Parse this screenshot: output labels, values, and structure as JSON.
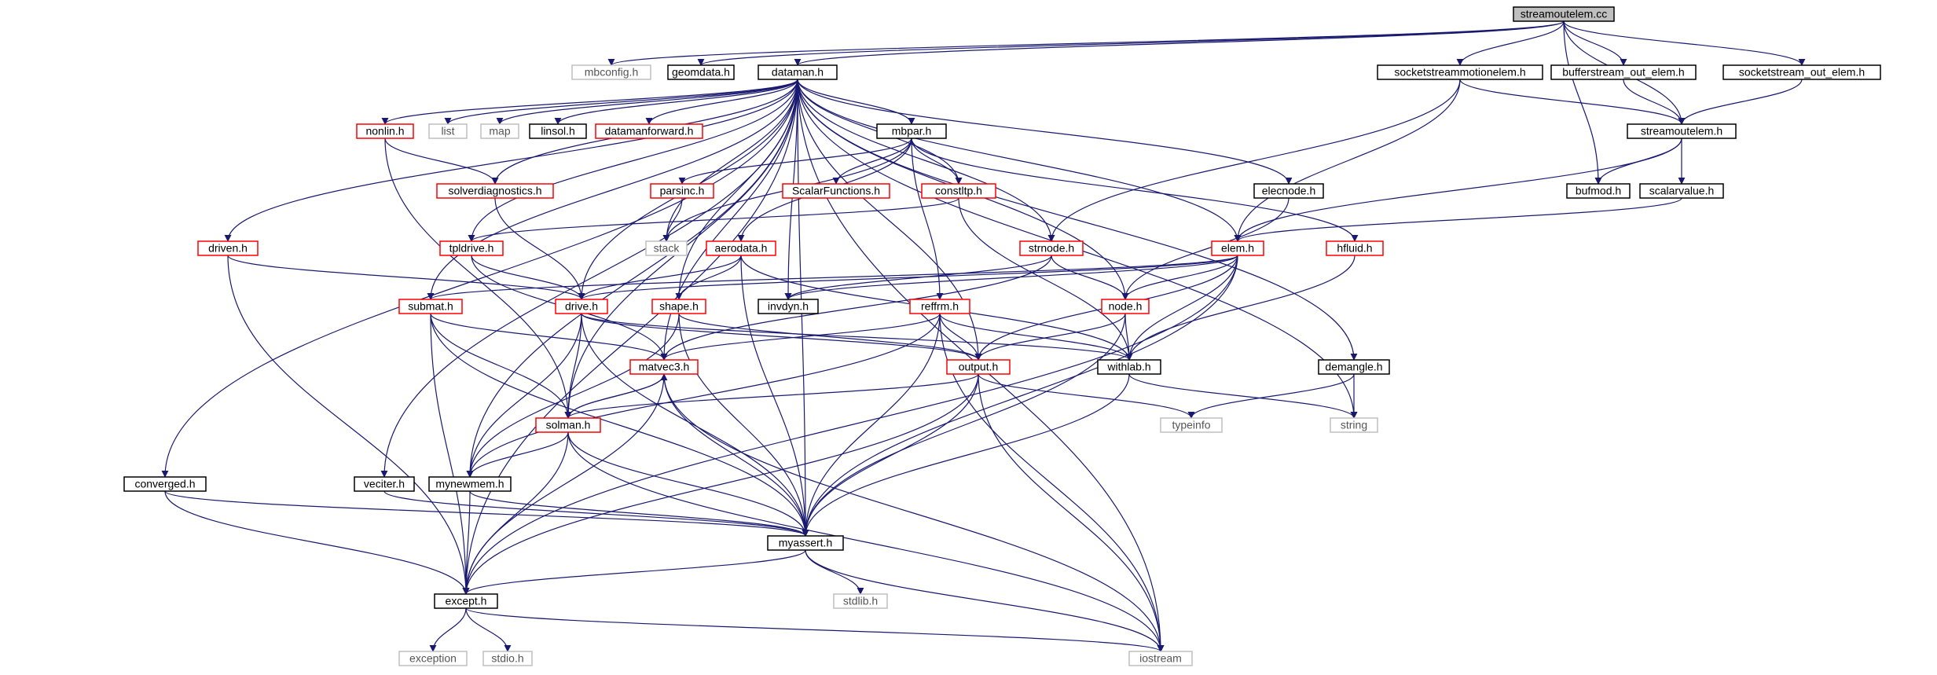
{
  "title": "",
  "colors": {
    "edge": "#191970",
    "root_fill": "#bfbfbf",
    "normal_border": "#000000",
    "truncated_border": "#ff0000",
    "external_border": "#bfbfbf",
    "external_text": "#555555"
  },
  "nodes": [
    {
      "id": "streamoutelem_cc",
      "label": "streamoutelem.cc",
      "kind": "root"
    },
    {
      "id": "mbconfig_h",
      "label": "mbconfig.h",
      "kind": "external"
    },
    {
      "id": "geomdata_h",
      "label": "geomdata.h",
      "kind": "normal"
    },
    {
      "id": "dataman_h",
      "label": "dataman.h",
      "kind": "normal"
    },
    {
      "id": "socketstreammotionelem_h",
      "label": "socketstreammotionelem.h",
      "kind": "normal"
    },
    {
      "id": "bufferstream_out_elem_h",
      "label": "bufferstream_out_elem.h",
      "kind": "normal"
    },
    {
      "id": "socketstream_out_elem_h",
      "label": "socketstream_out_elem.h",
      "kind": "normal"
    },
    {
      "id": "nonlin_h",
      "label": "nonlin.h",
      "kind": "truncated"
    },
    {
      "id": "list",
      "label": "list",
      "kind": "external"
    },
    {
      "id": "map",
      "label": "map",
      "kind": "external"
    },
    {
      "id": "linsol_h",
      "label": "linsol.h",
      "kind": "normal"
    },
    {
      "id": "datamanforward_h",
      "label": "datamanforward.h",
      "kind": "truncated"
    },
    {
      "id": "mbpar_h",
      "label": "mbpar.h",
      "kind": "normal"
    },
    {
      "id": "streamoutelem_h",
      "label": "streamoutelem.h",
      "kind": "normal"
    },
    {
      "id": "bufmod_h",
      "label": "bufmod.h",
      "kind": "normal"
    },
    {
      "id": "scalarvalue_h",
      "label": "scalarvalue.h",
      "kind": "normal"
    },
    {
      "id": "solverdiagnostics_h",
      "label": "solverdiagnostics.h",
      "kind": "truncated"
    },
    {
      "id": "parsinc_h",
      "label": "parsinc.h",
      "kind": "truncated"
    },
    {
      "id": "scalarfunctions_h",
      "label": "ScalarFunctions.h",
      "kind": "truncated"
    },
    {
      "id": "constltp_h",
      "label": "constltp.h",
      "kind": "truncated"
    },
    {
      "id": "elecnode_h",
      "label": "elecnode.h",
      "kind": "normal"
    },
    {
      "id": "stack",
      "label": "stack",
      "kind": "external"
    },
    {
      "id": "driven_h",
      "label": "driven.h",
      "kind": "truncated"
    },
    {
      "id": "tpldrive_h",
      "label": "tpldrive.h",
      "kind": "truncated"
    },
    {
      "id": "aerodata_h",
      "label": "aerodata.h",
      "kind": "truncated"
    },
    {
      "id": "strnode_h",
      "label": "strnode.h",
      "kind": "truncated"
    },
    {
      "id": "elem_h",
      "label": "elem.h",
      "kind": "truncated"
    },
    {
      "id": "hfluid_h",
      "label": "hfluid.h",
      "kind": "truncated"
    },
    {
      "id": "invdyn_h",
      "label": "invdyn.h",
      "kind": "normal"
    },
    {
      "id": "submat_h",
      "label": "submat.h",
      "kind": "truncated"
    },
    {
      "id": "drive_h",
      "label": "drive.h",
      "kind": "truncated"
    },
    {
      "id": "shape_h",
      "label": "shape.h",
      "kind": "truncated"
    },
    {
      "id": "reffrm_h",
      "label": "reffrm.h",
      "kind": "truncated"
    },
    {
      "id": "node_h",
      "label": "node.h",
      "kind": "truncated"
    },
    {
      "id": "matvec3_h",
      "label": "matvec3.h",
      "kind": "truncated"
    },
    {
      "id": "output_h",
      "label": "output.h",
      "kind": "truncated"
    },
    {
      "id": "withlab_h",
      "label": "withlab.h",
      "kind": "normal"
    },
    {
      "id": "demangle_h",
      "label": "demangle.h",
      "kind": "normal"
    },
    {
      "id": "solman_h",
      "label": "solman.h",
      "kind": "truncated"
    },
    {
      "id": "typeinfo",
      "label": "typeinfo",
      "kind": "external"
    },
    {
      "id": "string",
      "label": "string",
      "kind": "external"
    },
    {
      "id": "converged_h",
      "label": "converged.h",
      "kind": "normal"
    },
    {
      "id": "veciter_h",
      "label": "veciter.h",
      "kind": "normal"
    },
    {
      "id": "mynewmem_h",
      "label": "mynewmem.h",
      "kind": "normal"
    },
    {
      "id": "myassert_h",
      "label": "myassert.h",
      "kind": "normal"
    },
    {
      "id": "except_h",
      "label": "except.h",
      "kind": "normal"
    },
    {
      "id": "stdlib_h",
      "label": "stdlib.h",
      "kind": "external"
    },
    {
      "id": "exception",
      "label": "exception",
      "kind": "external"
    },
    {
      "id": "stdio_h",
      "label": "stdio.h",
      "kind": "external"
    },
    {
      "id": "iostream",
      "label": "iostream",
      "kind": "external"
    }
  ],
  "edges": [
    [
      "streamoutelem_cc",
      "mbconfig_h"
    ],
    [
      "streamoutelem_cc",
      "geomdata_h"
    ],
    [
      "streamoutelem_cc",
      "dataman_h"
    ],
    [
      "streamoutelem_cc",
      "socketstreammotionelem_h"
    ],
    [
      "streamoutelem_cc",
      "bufferstream_out_elem_h"
    ],
    [
      "streamoutelem_cc",
      "socketstream_out_elem_h"
    ],
    [
      "streamoutelem_cc",
      "streamoutelem_h"
    ],
    [
      "streamoutelem_cc",
      "bufmod_h"
    ],
    [
      "dataman_h",
      "nonlin_h"
    ],
    [
      "dataman_h",
      "list"
    ],
    [
      "dataman_h",
      "map"
    ],
    [
      "dataman_h",
      "linsol_h"
    ],
    [
      "dataman_h",
      "datamanforward_h"
    ],
    [
      "dataman_h",
      "mbpar_h"
    ],
    [
      "dataman_h",
      "solverdiagnostics_h"
    ],
    [
      "dataman_h",
      "constltp_h"
    ],
    [
      "dataman_h",
      "elecnode_h"
    ],
    [
      "dataman_h",
      "stack"
    ],
    [
      "dataman_h",
      "driven_h"
    ],
    [
      "dataman_h",
      "tpldrive_h"
    ],
    [
      "dataman_h",
      "strnode_h"
    ],
    [
      "dataman_h",
      "elem_h"
    ],
    [
      "dataman_h",
      "invdyn_h"
    ],
    [
      "dataman_h",
      "submat_h"
    ],
    [
      "dataman_h",
      "drive_h"
    ],
    [
      "dataman_h",
      "shape_h"
    ],
    [
      "dataman_h",
      "node_h"
    ],
    [
      "dataman_h",
      "matvec3_h"
    ],
    [
      "dataman_h",
      "output_h"
    ],
    [
      "dataman_h",
      "demangle_h"
    ],
    [
      "dataman_h",
      "solman_h"
    ],
    [
      "dataman_h",
      "string"
    ],
    [
      "dataman_h",
      "converged_h"
    ],
    [
      "dataman_h",
      "veciter_h"
    ],
    [
      "dataman_h",
      "mynewmem_h"
    ],
    [
      "dataman_h",
      "myassert_h"
    ],
    [
      "dataman_h",
      "except_h"
    ],
    [
      "dataman_h",
      "iostream"
    ],
    [
      "socketstreammotionelem_h",
      "streamoutelem_h"
    ],
    [
      "socketstreammotionelem_h",
      "strnode_h"
    ],
    [
      "socketstreammotionelem_h",
      "elem_h"
    ],
    [
      "bufferstream_out_elem_h",
      "streamoutelem_h"
    ],
    [
      "socketstream_out_elem_h",
      "streamoutelem_h"
    ],
    [
      "streamoutelem_h",
      "bufmod_h"
    ],
    [
      "streamoutelem_h",
      "scalarvalue_h"
    ],
    [
      "streamoutelem_h",
      "elem_h"
    ],
    [
      "scalarvalue_h",
      "elem_h"
    ],
    [
      "nonlin_h",
      "solverdiagnostics_h"
    ],
    [
      "nonlin_h",
      "solman_h"
    ],
    [
      "mbpar_h",
      "parsinc_h"
    ],
    [
      "mbpar_h",
      "scalarfunctions_h"
    ],
    [
      "mbpar_h",
      "constltp_h"
    ],
    [
      "mbpar_h",
      "hfluid_h"
    ],
    [
      "mbpar_h",
      "aerodata_h"
    ],
    [
      "mbpar_h",
      "reffrm_h"
    ],
    [
      "mbpar_h",
      "stack"
    ],
    [
      "solverdiagnostics_h",
      "drive_h"
    ],
    [
      "parsinc_h",
      "stack"
    ],
    [
      "constltp_h",
      "tpldrive_h"
    ],
    [
      "constltp_h",
      "withlab_h"
    ],
    [
      "elecnode_h",
      "node_h"
    ],
    [
      "driven_h",
      "drive_h"
    ],
    [
      "driven_h",
      "except_h"
    ],
    [
      "tpldrive_h",
      "drive_h"
    ],
    [
      "tpldrive_h",
      "matvec3_h"
    ],
    [
      "aerodata_h",
      "drive_h"
    ],
    [
      "aerodata_h",
      "shape_h"
    ],
    [
      "aerodata_h",
      "withlab_h"
    ],
    [
      "aerodata_h",
      "myassert_h"
    ],
    [
      "strnode_h",
      "node_h"
    ],
    [
      "strnode_h",
      "matvec3_h"
    ],
    [
      "strnode_h",
      "invdyn_h"
    ],
    [
      "elem_h",
      "invdyn_h"
    ],
    [
      "elem_h",
      "submat_h"
    ],
    [
      "elem_h",
      "drive_h"
    ],
    [
      "elem_h",
      "node_h"
    ],
    [
      "elem_h",
      "output_h"
    ],
    [
      "elem_h",
      "withlab_h"
    ],
    [
      "elem_h",
      "myassert_h"
    ],
    [
      "elem_h",
      "except_h"
    ],
    [
      "hfluid_h",
      "withlab_h"
    ],
    [
      "submat_h",
      "matvec3_h"
    ],
    [
      "submat_h",
      "solman_h"
    ],
    [
      "submat_h",
      "myassert_h"
    ],
    [
      "submat_h",
      "except_h"
    ],
    [
      "drive_h",
      "solman_h"
    ],
    [
      "drive_h",
      "withlab_h"
    ],
    [
      "drive_h",
      "output_h"
    ],
    [
      "drive_h",
      "mynewmem_h"
    ],
    [
      "drive_h",
      "myassert_h"
    ],
    [
      "shape_h",
      "output_h"
    ],
    [
      "shape_h",
      "mynewmem_h"
    ],
    [
      "shape_h",
      "myassert_h"
    ],
    [
      "reffrm_h",
      "matvec3_h"
    ],
    [
      "reffrm_h",
      "output_h"
    ],
    [
      "reffrm_h",
      "withlab_h"
    ],
    [
      "reffrm_h",
      "myassert_h"
    ],
    [
      "reffrm_h",
      "mynewmem_h"
    ],
    [
      "reffrm_h",
      "iostream"
    ],
    [
      "node_h",
      "output_h"
    ],
    [
      "node_h",
      "withlab_h"
    ],
    [
      "node_h",
      "myassert_h"
    ],
    [
      "matvec3_h",
      "solman_h"
    ],
    [
      "matvec3_h",
      "myassert_h"
    ],
    [
      "matvec3_h",
      "except_h"
    ],
    [
      "matvec3_h",
      "iostream"
    ],
    [
      "output_h",
      "solman_h"
    ],
    [
      "output_h",
      "typeinfo"
    ],
    [
      "output_h",
      "myassert_h"
    ],
    [
      "output_h",
      "except_h"
    ],
    [
      "output_h",
      "iostream"
    ],
    [
      "withlab_h",
      "string"
    ],
    [
      "withlab_h",
      "myassert_h"
    ],
    [
      "demangle_h",
      "typeinfo"
    ],
    [
      "demangle_h",
      "string"
    ],
    [
      "solman_h",
      "matvec3_h"
    ],
    [
      "solman_h",
      "mynewmem_h"
    ],
    [
      "solman_h",
      "myassert_h"
    ],
    [
      "solman_h",
      "except_h"
    ],
    [
      "solman_h",
      "iostream"
    ],
    [
      "converged_h",
      "myassert_h"
    ],
    [
      "converged_h",
      "except_h"
    ],
    [
      "veciter_h",
      "myassert_h"
    ],
    [
      "mynewmem_h",
      "myassert_h"
    ],
    [
      "mynewmem_h",
      "except_h"
    ],
    [
      "myassert_h",
      "except_h"
    ],
    [
      "myassert_h",
      "stdlib_h"
    ],
    [
      "myassert_h",
      "iostream"
    ],
    [
      "except_h",
      "exception"
    ],
    [
      "except_h",
      "stdio_h"
    ],
    [
      "except_h",
      "iostream"
    ]
  ]
}
